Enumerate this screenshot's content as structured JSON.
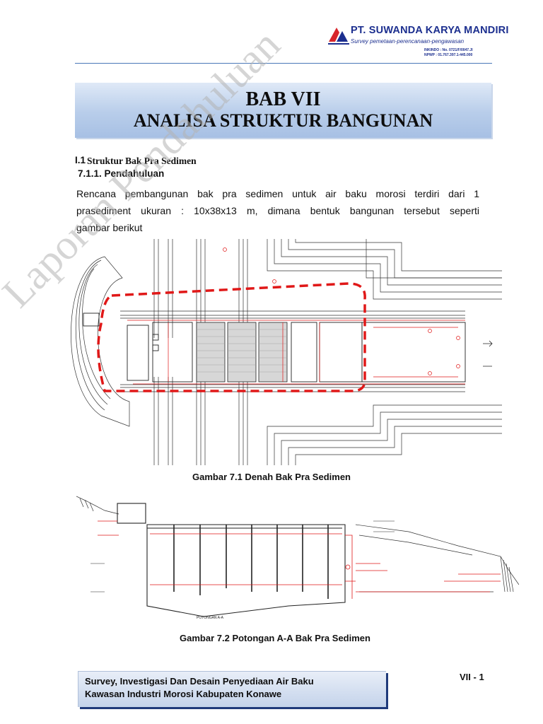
{
  "header": {
    "company": "PT. SUWANDA KARYA MANDIRI",
    "tagline": "Survey pemetaan-perencanaan-pengawasan",
    "reg_inkindo": "INKINDO : No. 0721/F/0047.JI",
    "reg_npwp": "NPWP : 01.767.397.1-445.000"
  },
  "title": {
    "line1": "BAB VII",
    "line2": "ANALISA STRUKTUR BANGUNAN"
  },
  "section": {
    "number": "I.1",
    "title": "Struktur Bak Pra Sedimen",
    "subsection": "7.1.1. Pendahuluan",
    "paragraph_lines": [
      "Rencana pembangunan bak pra sedimen untuk air baku morosi terdiri dari 1",
      "prasediment ukuran : 10x38x13 m, dimana bentuk bangunan tersebut seperti",
      "gambar berikut"
    ]
  },
  "figures": {
    "fig1_caption": "Gambar 7.1 Denah Bak Pra Sedimen",
    "fig2_label": "POTONGAN A-A",
    "fig2_caption": "Gambar 7.2 Potongan A-A Bak Pra Sedimen"
  },
  "footer": {
    "line1": "Survey, Investigasi Dan Desain Penyediaan Air Baku",
    "line2": "Kawasan Industri Morosi Kabupaten Konawe",
    "page": "VII - 1"
  },
  "watermark": "Laporan Pendahuluan",
  "colors": {
    "brand_blue": "#1c2f8f",
    "logo_red": "#d8262c",
    "title_band": "#b8cdea",
    "footer_shadow": "#1f3a7a",
    "dashed_outline": "#e01818"
  }
}
